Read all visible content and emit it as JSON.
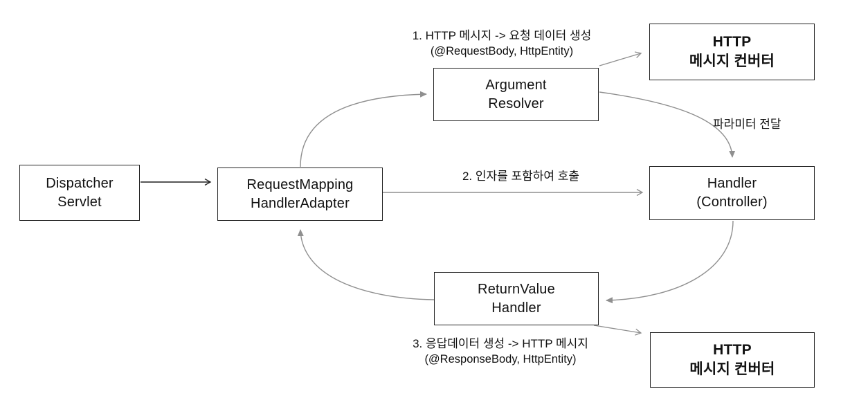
{
  "nodes": {
    "dispatcher": {
      "line1": "Dispatcher",
      "line2": "Servlet"
    },
    "adapter": {
      "line1": "RequestMapping",
      "line2": "HandlerAdapter"
    },
    "argument_resolver": {
      "line1": "Argument",
      "line2": "Resolver"
    },
    "handler": {
      "line1": "Handler",
      "line2": "(Controller)"
    },
    "return_value_handler": {
      "line1": "ReturnValue",
      "line2": "Handler"
    },
    "http_converter_top": {
      "line1": "HTTP",
      "line2": "메시지 컨버터"
    },
    "http_converter_bottom": {
      "line1": "HTTP",
      "line2": "메시지 컨버터"
    }
  },
  "annotations": {
    "step1": {
      "line1": "1.  HTTP 메시지 -> 요청 데이터 생성",
      "line2": "(@RequestBody, HttpEntity)"
    },
    "step2": "2. 인자를 포함하여 호출",
    "step3": {
      "line1": "3. 응답데이터 생성 -> HTTP 메시지",
      "line2": "(@ResponseBody, HttpEntity)"
    },
    "param_pass": "파라미터 전달"
  },
  "colors": {
    "arrow_gray": "#8f8f8f",
    "arrow_black": "#1f1f1f",
    "box_border": "#222222"
  }
}
